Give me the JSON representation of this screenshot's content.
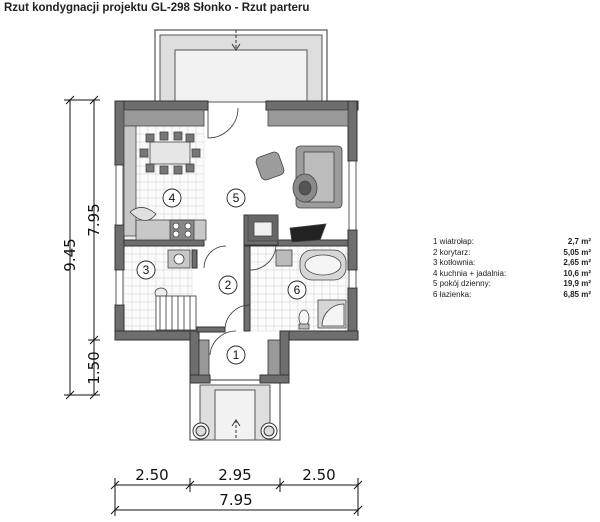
{
  "title": "Rzut kondygnacji projektu GL-298 Słonko - Rzut parteru",
  "dimensions": {
    "left_total": "9.45",
    "left_upper": "7.95",
    "left_lower": "1.50",
    "bottom_left": "2.50",
    "bottom_mid": "2.95",
    "bottom_right": "2.50",
    "bottom_total": "7.95"
  },
  "rooms": [
    {
      "number": "1",
      "name": "wiatrołap:",
      "area": "2,7 m²"
    },
    {
      "number": "2",
      "name": "korytarz:",
      "area": "5,05 m²"
    },
    {
      "number": "3",
      "name": "kotłownia:",
      "area": "2,65 m²"
    },
    {
      "number": "4",
      "name": "kuchnia + jadalnia:",
      "area": "10,6 m²"
    },
    {
      "number": "5",
      "name": "pokój dzienny:",
      "area": "19,9 m²"
    },
    {
      "number": "6",
      "name": "łazienka:",
      "area": "6,85 m²"
    }
  ],
  "colors": {
    "wall": "#6e6e6e",
    "furniture": "#999999",
    "terrace": "#dedede",
    "line": "#111111"
  }
}
